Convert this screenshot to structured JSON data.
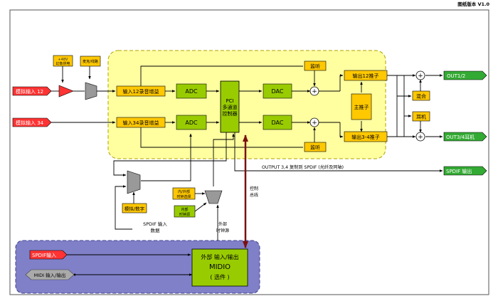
{
  "version": "图纸版本 V1.0",
  "inputs": {
    "analog_12": "模拟输入 12",
    "analog_34": "模拟输入 34",
    "spdif": "SPDIF输入",
    "midi": "MIDI 输入/输出"
  },
  "phantom": {
    "line1": "+48V",
    "line2": "幻象供电"
  },
  "mic_line": "麦克/线路",
  "preamp_12": "输入12录音增益",
  "preamp_34": "输入34录音增益",
  "adc": "ADC",
  "dac": "DAC",
  "pci": {
    "line1": "PCI",
    "line2": "多通道",
    "line3": "控制器"
  },
  "monitor": "监听",
  "out_driver_12": "输出12推子",
  "out_driver_34": "输出3-4推子",
  "master_fader": "主推子",
  "mix": "混合",
  "headphone": "耳机",
  "outputs": {
    "out12": "OUT1/2",
    "out34": "OUT3/4耳机",
    "spdif_out": "SPDIF 输出"
  },
  "output34_note": "OUTPUT 3,4  复制到  SPDIF (光纤及同轴)",
  "spdif_in_data": {
    "line1": "SPDIF 输入",
    "line2": "数据"
  },
  "analog_digital": "模拟/数字",
  "int_ext_clock": {
    "line1": "内/外部",
    "line2": "时钟选择"
  },
  "internal_clock": {
    "line1": "内部",
    "line2": "时钟源"
  },
  "ext_clock": {
    "line1": "外部",
    "line2": "时钟源"
  },
  "control_bus": {
    "line1": "控制",
    "line2": "总线"
  },
  "midio": {
    "line1": "外部 输入/输出",
    "line2": "MIDIO",
    "line3": "( 选件 )"
  },
  "plus": "+",
  "colors": {
    "yellow_region": "#FFFFA0",
    "purple_region": "#8080C8",
    "block_orange": "#FFC800",
    "block_green": "#99CC00",
    "input_red": "#FF3333",
    "output_green": "#33AA33",
    "bus_maroon": "#8B1A1A"
  }
}
